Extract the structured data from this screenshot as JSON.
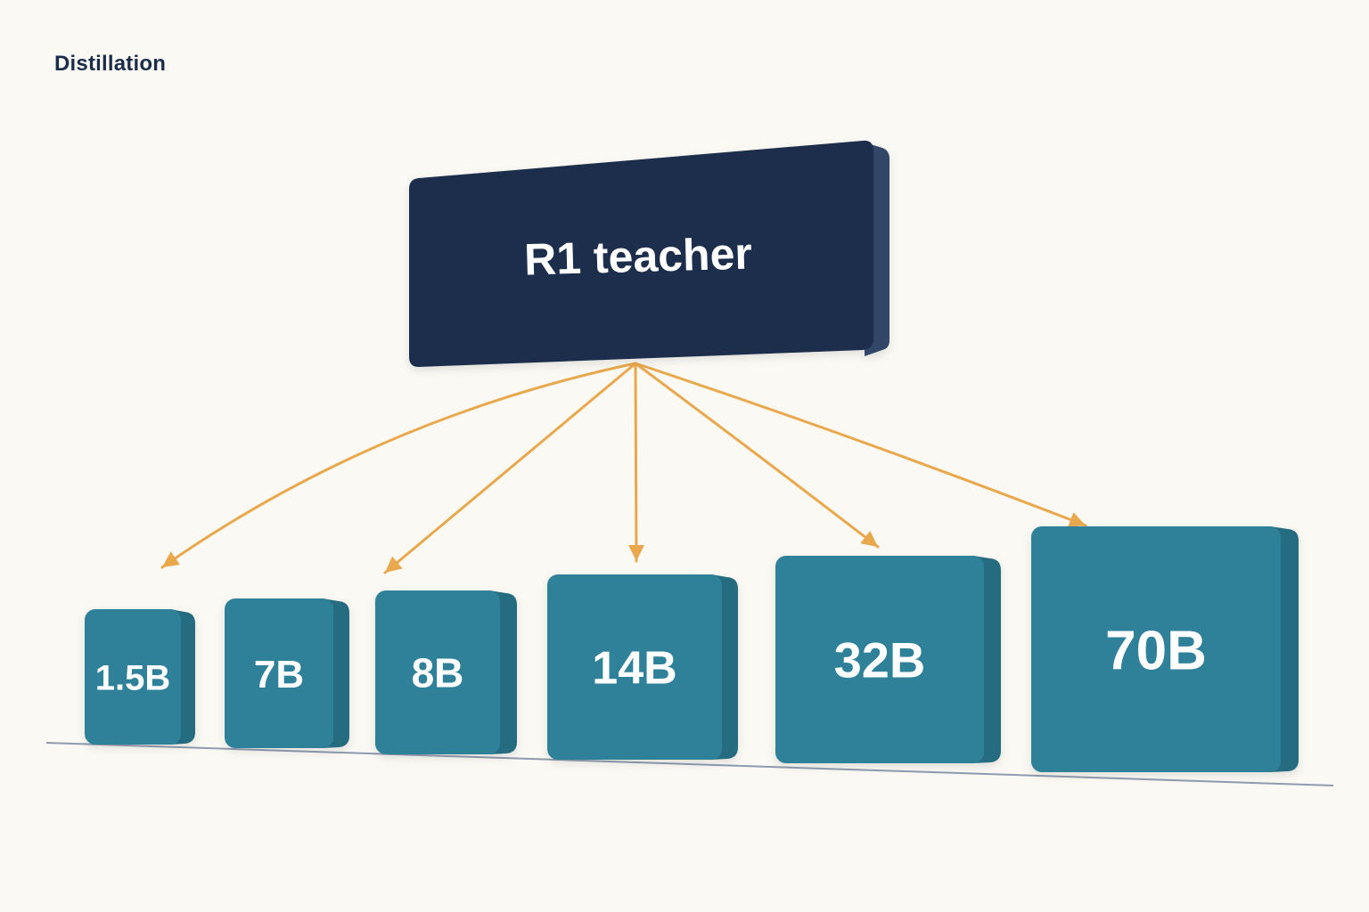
{
  "title": "Distillation",
  "teacher": {
    "label": "R1 teacher"
  },
  "students": [
    {
      "label": "1.5B"
    },
    {
      "label": "7B"
    },
    {
      "label": "8B"
    },
    {
      "label": "14B"
    },
    {
      "label": "32B"
    },
    {
      "label": "70B"
    }
  ],
  "colors": {
    "background": "#fbf9f3",
    "teacher_box": "#1b2f4c",
    "student_box": "#2f8198",
    "arrow": "#e9a84c",
    "baseline": "#8e9bb0",
    "title_text": "#1b2d49"
  }
}
